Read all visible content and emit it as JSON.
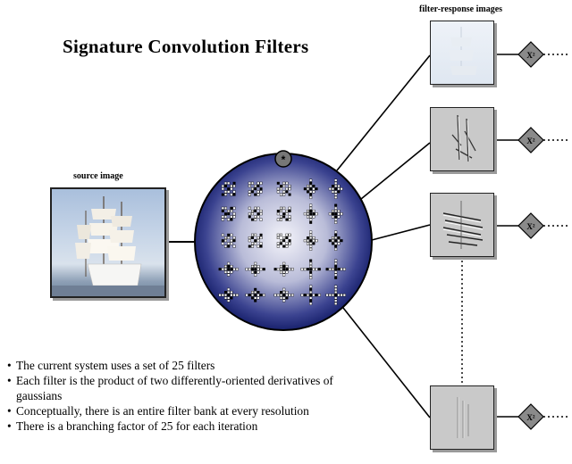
{
  "title": "Signature Convolution Filters",
  "source_label": "source image",
  "responses_label": "filter-response images",
  "node_symbol": "X²",
  "circle_symbol": "*",
  "bullets": [
    "The current system uses a set of 25 filters",
    "Each filter is the product of two differently-oriented derivatives of gaussians",
    "Conceptually, there is an entire filter bank at every resolution",
    "There is a branching factor of 25 for each iteration"
  ],
  "colors": {
    "circle_edge": "#0c1560",
    "circle_center": "#f2f2f8",
    "node_fill": "#8a8a8a"
  }
}
